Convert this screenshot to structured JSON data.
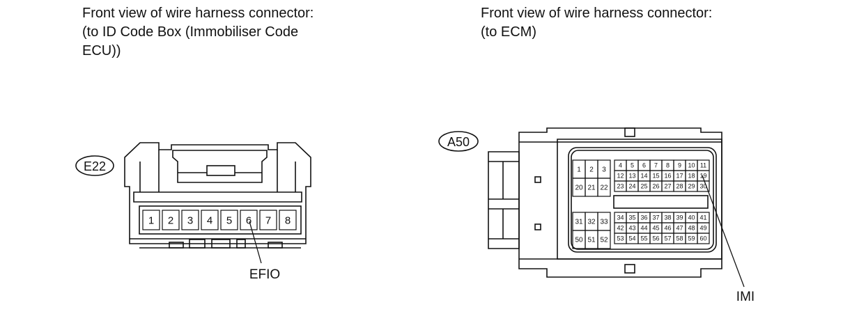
{
  "left": {
    "caption": [
      "Front view of wire harness connector:",
      "(to ID Code Box (Immobiliser Code",
      "ECU))"
    ],
    "connector_id": "E22",
    "pins": [
      "1",
      "2",
      "3",
      "4",
      "5",
      "6",
      "7",
      "8"
    ],
    "callout": "EFIO",
    "callout_pin": "6"
  },
  "right": {
    "caption": [
      "Front view of wire harness connector:",
      "(to ECM)"
    ],
    "connector_id": "A50",
    "left_block_top": [
      [
        "1",
        "2",
        "3"
      ],
      [
        "20",
        "21",
        "22"
      ]
    ],
    "right_block_top": [
      [
        "4",
        "5",
        "6",
        "7",
        "8",
        "9",
        "10",
        "11"
      ],
      [
        "12",
        "13",
        "14",
        "15",
        "16",
        "17",
        "18",
        "19"
      ],
      [
        "23",
        "24",
        "25",
        "26",
        "27",
        "28",
        "29",
        "30"
      ]
    ],
    "left_block_bottom": [
      [
        "31",
        "32",
        "33"
      ],
      [
        "50",
        "51",
        "52"
      ]
    ],
    "right_block_bottom": [
      [
        "34",
        "35",
        "36",
        "37",
        "38",
        "39",
        "40",
        "41"
      ],
      [
        "42",
        "43",
        "44",
        "45",
        "46",
        "47",
        "48",
        "49"
      ],
      [
        "53",
        "54",
        "55",
        "56",
        "57",
        "58",
        "59",
        "60"
      ]
    ],
    "callout": "IMI",
    "callout_pin": "19"
  }
}
